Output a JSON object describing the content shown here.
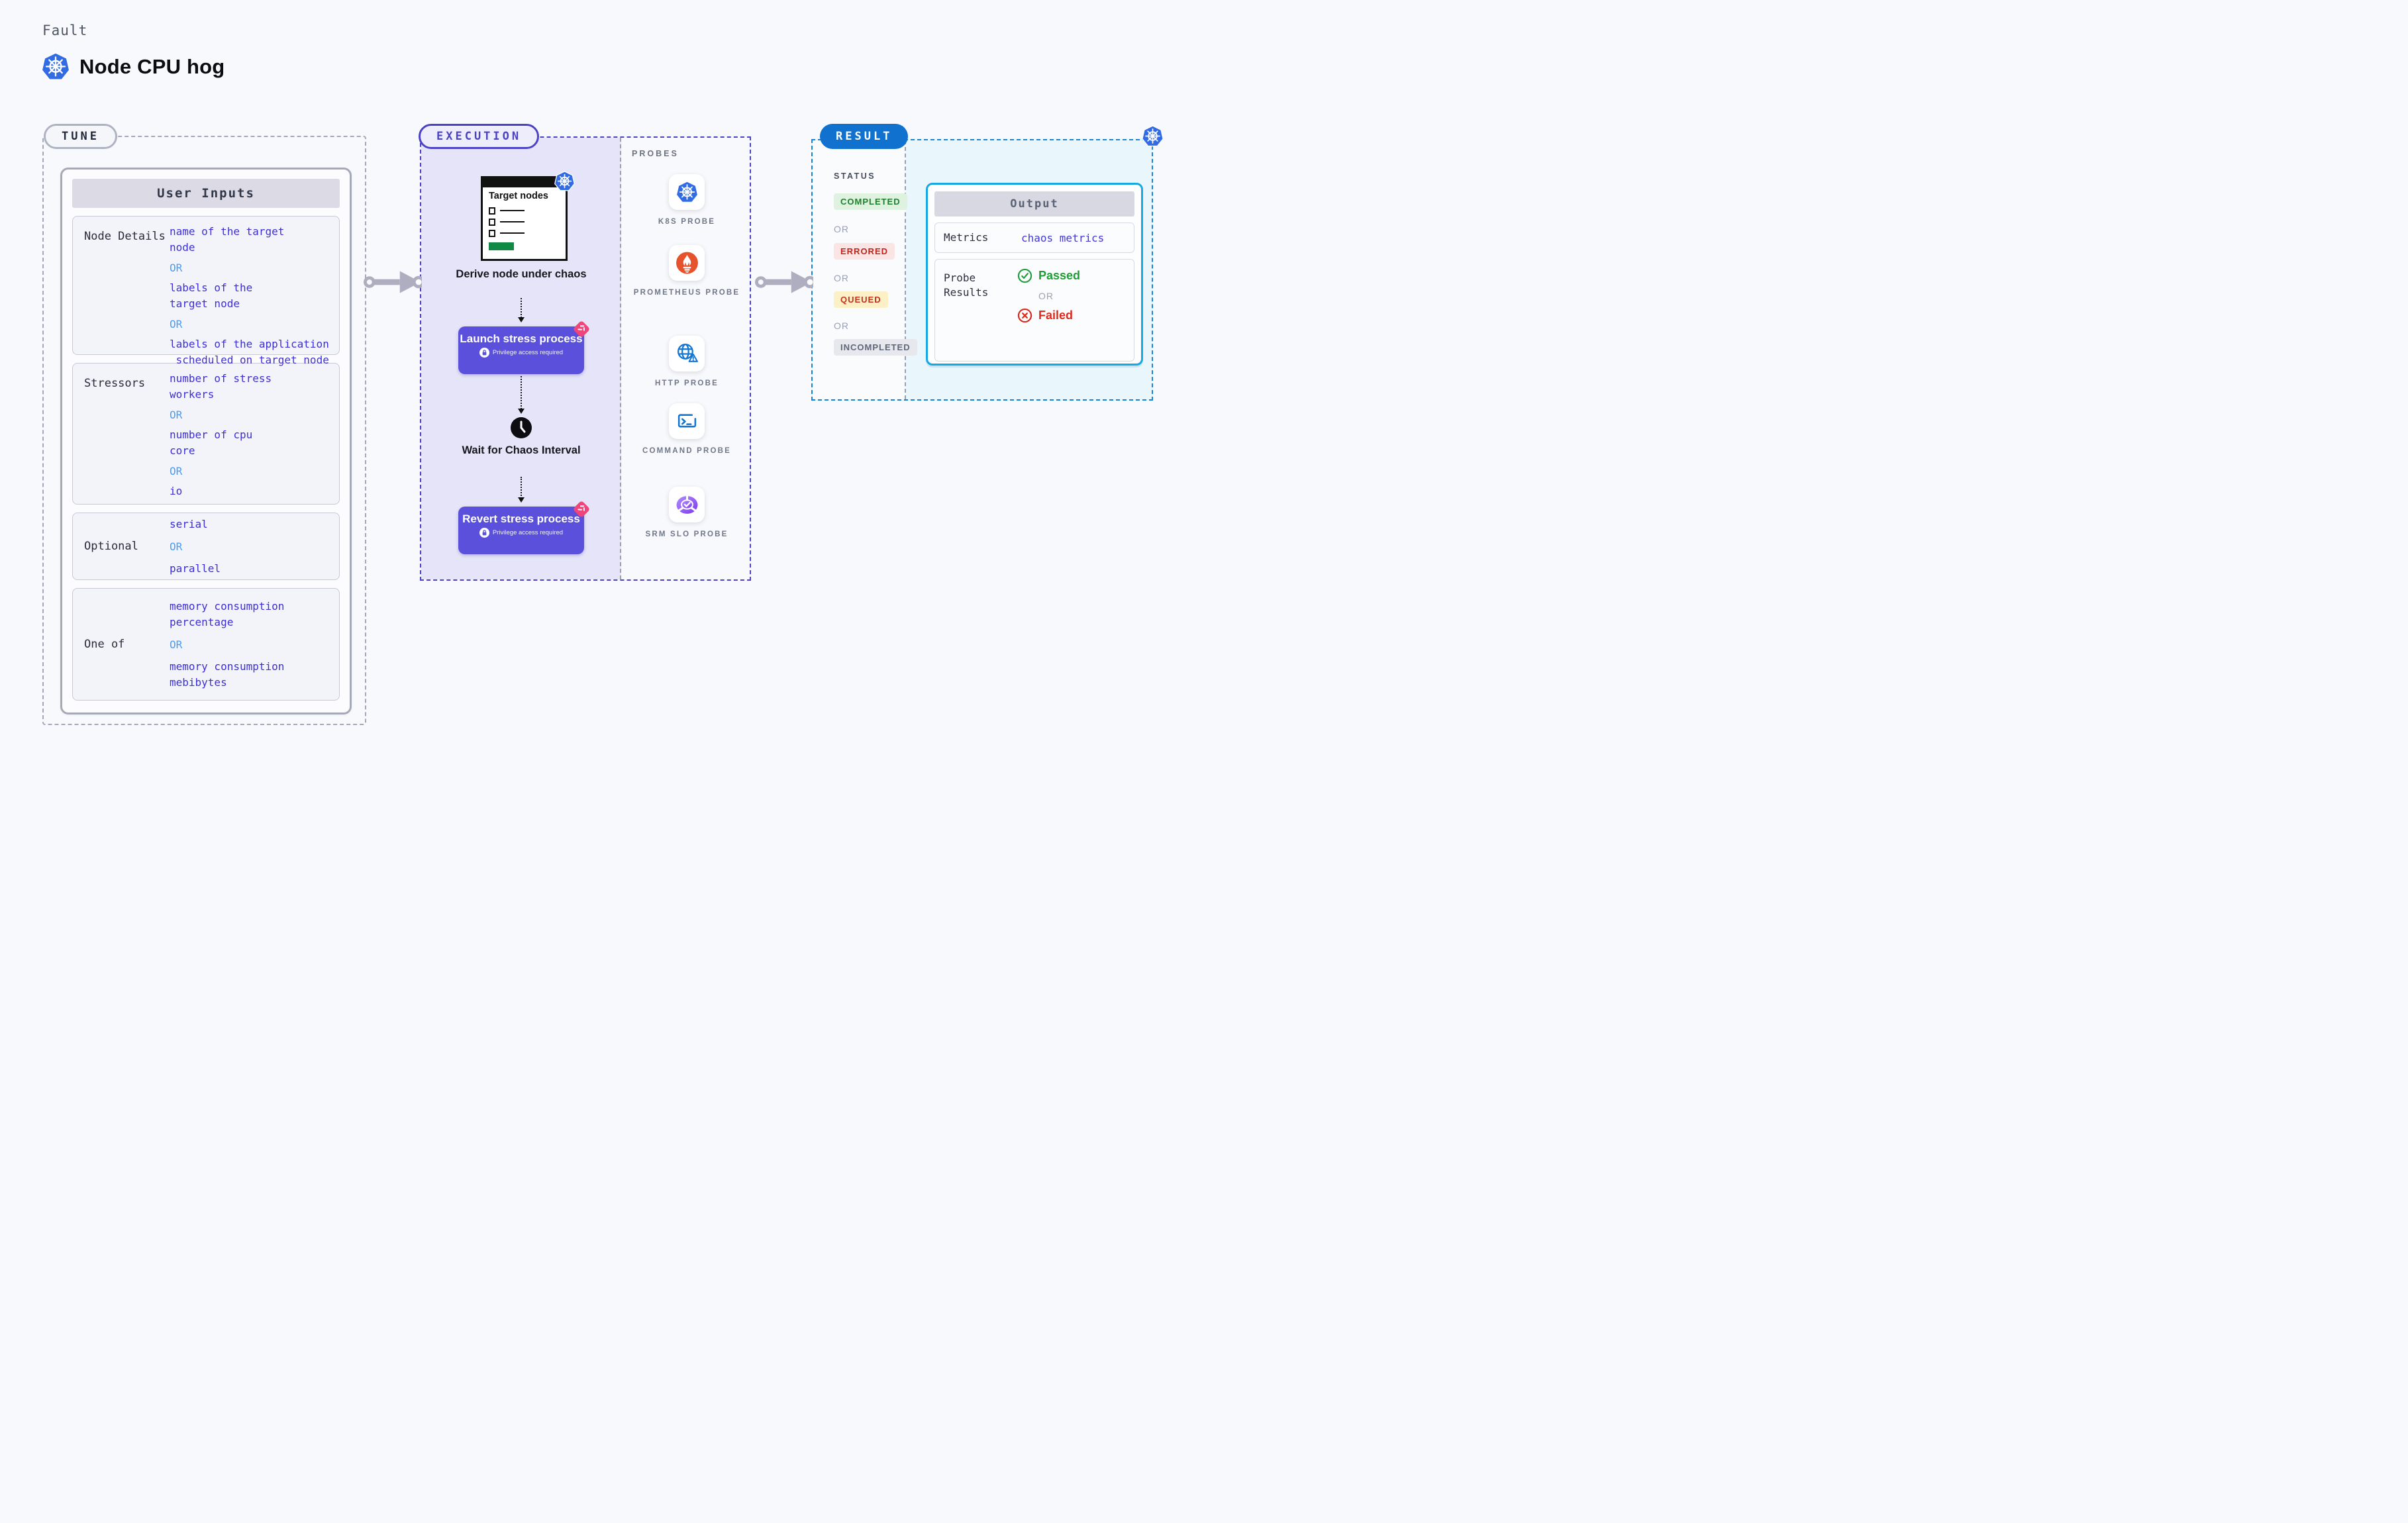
{
  "header": {
    "kicker": "Fault",
    "title": "Node CPU hog"
  },
  "tune": {
    "badge": "TUNE",
    "card_title": "User Inputs",
    "or": "OR",
    "rows": [
      {
        "label": "Node Details",
        "v1": "name of the target\nnode",
        "v2": "labels of the\ntarget node",
        "v3": "labels of the application\n scheduled on target node"
      },
      {
        "label": "Stressors",
        "v1": "number of stress\nworkers",
        "v2": "number of cpu\ncore",
        "v3": "io"
      },
      {
        "label": "Optional",
        "v1": "serial",
        "v2": "parallel"
      },
      {
        "label": "One of",
        "v1": "memory consumption\npercentage",
        "v2": "memory consumption\nmebibytes"
      }
    ]
  },
  "execution": {
    "badge": "EXECUTION",
    "target_nodes_title": "Target nodes",
    "derive_caption": "Derive node under chaos",
    "launch_title": "Launch stress process",
    "privilege_note": "Privilege access required",
    "wait_caption": "Wait for Chaos Interval",
    "revert_title": "Revert stress process"
  },
  "probes": {
    "title": "PROBES",
    "items": [
      {
        "label": "K8S PROBE",
        "icon": "kubernetes-icon"
      },
      {
        "label": "PROMETHEUS PROBE",
        "icon": "prometheus-icon"
      },
      {
        "label": "HTTP PROBE",
        "icon": "globe-warning-icon"
      },
      {
        "label": "COMMAND PROBE",
        "icon": "terminal-icon"
      },
      {
        "label": "SRM SLO PROBE",
        "icon": "slo-gauge-icon"
      }
    ]
  },
  "result": {
    "badge": "RESULT",
    "status_title": "STATUS",
    "or": "OR",
    "statuses": [
      {
        "label": "COMPLETED"
      },
      {
        "label": "ERRORED"
      },
      {
        "label": "QUEUED"
      },
      {
        "label": "INCOMPLETED"
      }
    ],
    "output": {
      "title": "Output",
      "metrics_label": "Metrics",
      "metrics_value": "chaos metrics",
      "probe_results_label": "Probe\nResults",
      "passed": "Passed",
      "or": "OR",
      "failed": "Failed"
    }
  },
  "colors": {
    "accent_indigo": "#4B42C6",
    "button_indigo": "#5A50DC",
    "value_blue": "#3D2FD6",
    "or_blue": "#4D9CF8",
    "result_blue": "#1072CE",
    "output_border": "#16A8E1",
    "k8s_blue": "#326CE5",
    "prometheus_orange": "#E6522C",
    "passed_green": "#1E9E34",
    "failed_red": "#DC2A1E",
    "chaos_pink": "#F0447C"
  }
}
